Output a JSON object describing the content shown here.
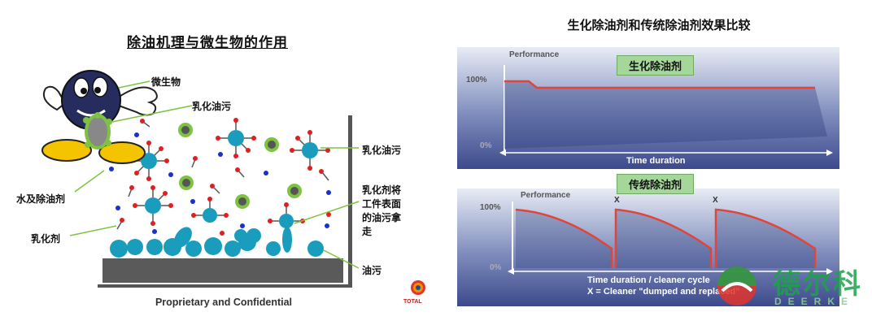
{
  "left": {
    "title": "除油机理与微生物的作用",
    "labels": {
      "microbe": "微生物",
      "emulsified_top": "乳化油污",
      "emulsified_right": "乳化油污",
      "water_degreaser": "水及除油剂",
      "emulsifier": "乳化剂",
      "emulsifier_action": [
        "乳化剂将",
        "工件表面",
        "的油污拿",
        "走"
      ],
      "oil": "油污"
    },
    "footer": "Proprietary and Confidential",
    "total_logo_text": "TOTAL"
  },
  "right": {
    "title": "生化除油剂和传统除油剂效果比较",
    "top_chart": {
      "tag": "生化除油剂",
      "y_axis_label": "Performance",
      "y_max_label": "100%",
      "y_min_label": "0%",
      "x_label": "Time duration"
    },
    "bottom_chart": {
      "tag": "传统除油剂",
      "y_axis_label": "Performance",
      "y_max_label": "100%",
      "y_min_label": "0%",
      "x_label": "Time duration / cleaner cycle",
      "legend_line": "X = Cleaner \"dumped and replaced\"",
      "markers": [
        "X",
        "X"
      ]
    }
  },
  "watermark": {
    "cn": "德尔科",
    "en": "DEERKE"
  },
  "colors": {
    "oil_blue": "#1a9dbd",
    "curve_red": "#e0453a",
    "tag_green": "#a5d79b",
    "logo_green": "#1da24a"
  }
}
